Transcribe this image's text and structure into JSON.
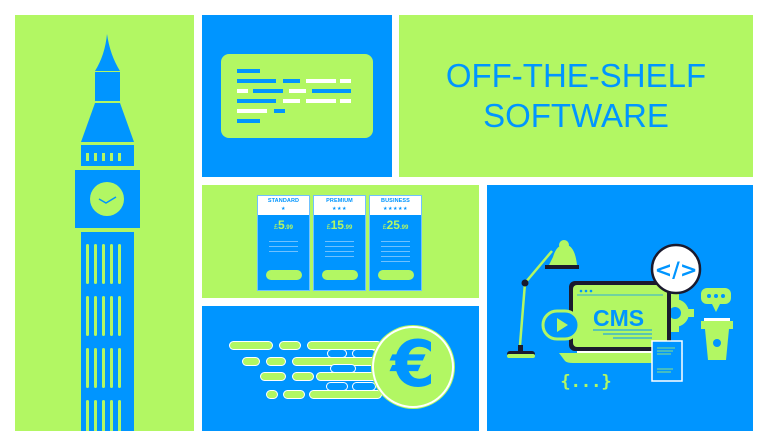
{
  "title": {
    "line1": "OFF-THE-SHELF",
    "line2": "SOFTWARE",
    "color": "#0095ff"
  },
  "colors": {
    "green": "#b2f763",
    "blue": "#0095ff",
    "white": "#ffffff",
    "dark": "#1a1a2e"
  },
  "panels": {
    "bigben": {
      "icon": "big-ben-clock-tower-icon"
    },
    "code": {
      "icon": "code-editor-card-icon"
    },
    "pricing": {
      "plans": [
        {
          "name": "STANDARD",
          "stars": "★",
          "currency": "£",
          "price_major": "5",
          "price_minor": ".99"
        },
        {
          "name": "PREMIUM",
          "stars": "★★★",
          "currency": "£",
          "price_major": "15",
          "price_minor": ".99"
        },
        {
          "name": "BUSINESS",
          "stars": "★★★★★",
          "currency": "£",
          "price_major": "25",
          "price_minor": ".99"
        }
      ]
    },
    "euro": {
      "symbol": "€",
      "icon": "fast-euro-coin-icon"
    },
    "cms": {
      "label": "CMS",
      "code_tag": "</>",
      "braces": "{...}",
      "chat_dots": "•••"
    }
  }
}
